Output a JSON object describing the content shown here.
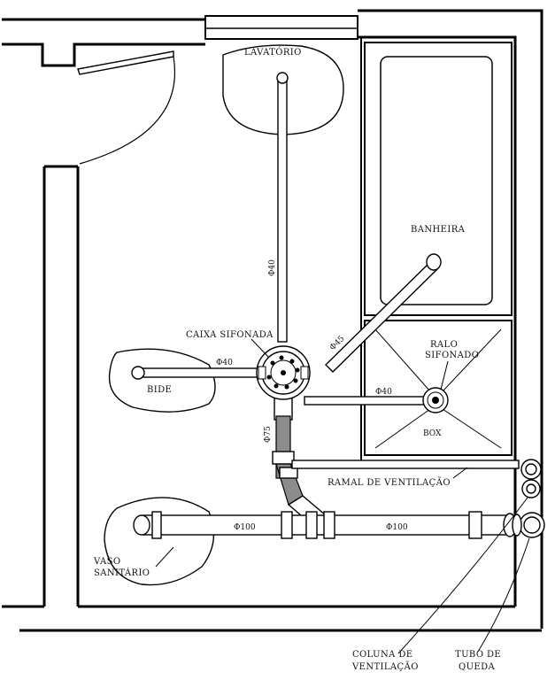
{
  "labels": {
    "lavatorio": "LAVATÓRIO",
    "banheira": "BANHEIRA",
    "caixa_sifonada": "CAIXA SIFONADA",
    "bide": "BIDE",
    "ralo_line1": "RALO",
    "ralo_line2": "SIFONADO",
    "box": "BOX",
    "ramal_ventilacao": "RAMAL DE VENTILAÇÃO",
    "vaso_line1": "VASO",
    "vaso_line2": "SANITÁRIO",
    "coluna_line1": "COLUNA DE",
    "coluna_line2": "VENTILAÇÃO",
    "tubo_line1": "TUBO DE",
    "tubo_line2": "QUEDA"
  },
  "dimensions": {
    "lavatorio_pipe": "Φ40",
    "bide_pipe": "Φ40",
    "banheira_pipe": "Φ45",
    "ralo_pipe": "Φ40",
    "caixa_outlet": "Φ75",
    "vaso_left": "Φ100",
    "vaso_right": "Φ100"
  },
  "colors": {
    "line": "#000000",
    "pipe_highlight": "#8c8c8c",
    "background": "#ffffff"
  }
}
